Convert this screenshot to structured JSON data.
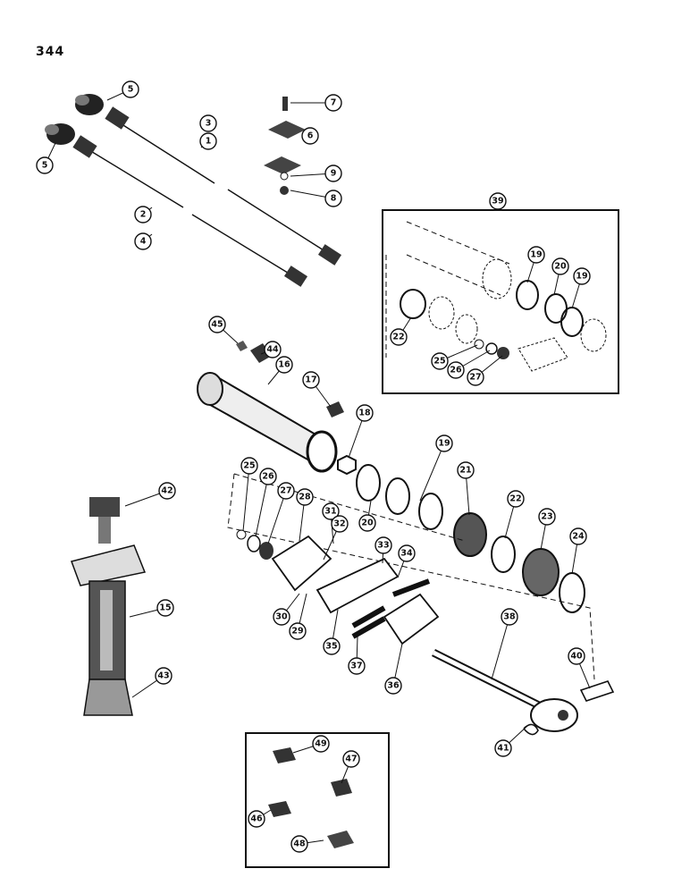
{
  "page": {
    "number": "344"
  },
  "callouts": [
    {
      "label": "1"
    },
    {
      "label": "2"
    },
    {
      "label": "3"
    },
    {
      "label": "4"
    },
    {
      "label": "5"
    },
    {
      "label": "5"
    },
    {
      "label": "6"
    },
    {
      "label": "7"
    },
    {
      "label": "8"
    },
    {
      "label": "9"
    },
    {
      "label": "15"
    },
    {
      "label": "16"
    },
    {
      "label": "17"
    },
    {
      "label": "18"
    },
    {
      "label": "19"
    },
    {
      "label": "19"
    },
    {
      "label": "19"
    },
    {
      "label": "20"
    },
    {
      "label": "20"
    },
    {
      "label": "21"
    },
    {
      "label": "22"
    },
    {
      "label": "22"
    },
    {
      "label": "23"
    },
    {
      "label": "24"
    },
    {
      "label": "25"
    },
    {
      "label": "25"
    },
    {
      "label": "26"
    },
    {
      "label": "26"
    },
    {
      "label": "27"
    },
    {
      "label": "27"
    },
    {
      "label": "28"
    },
    {
      "label": "29"
    },
    {
      "label": "30"
    },
    {
      "label": "31"
    },
    {
      "label": "32"
    },
    {
      "label": "33"
    },
    {
      "label": "34"
    },
    {
      "label": "35"
    },
    {
      "label": "36"
    },
    {
      "label": "37"
    },
    {
      "label": "38"
    },
    {
      "label": "39"
    },
    {
      "label": "40"
    },
    {
      "label": "41"
    },
    {
      "label": "42"
    },
    {
      "label": "43"
    },
    {
      "label": "44"
    },
    {
      "label": "45"
    },
    {
      "label": "46"
    },
    {
      "label": "47"
    },
    {
      "label": "48"
    },
    {
      "label": "49"
    }
  ]
}
